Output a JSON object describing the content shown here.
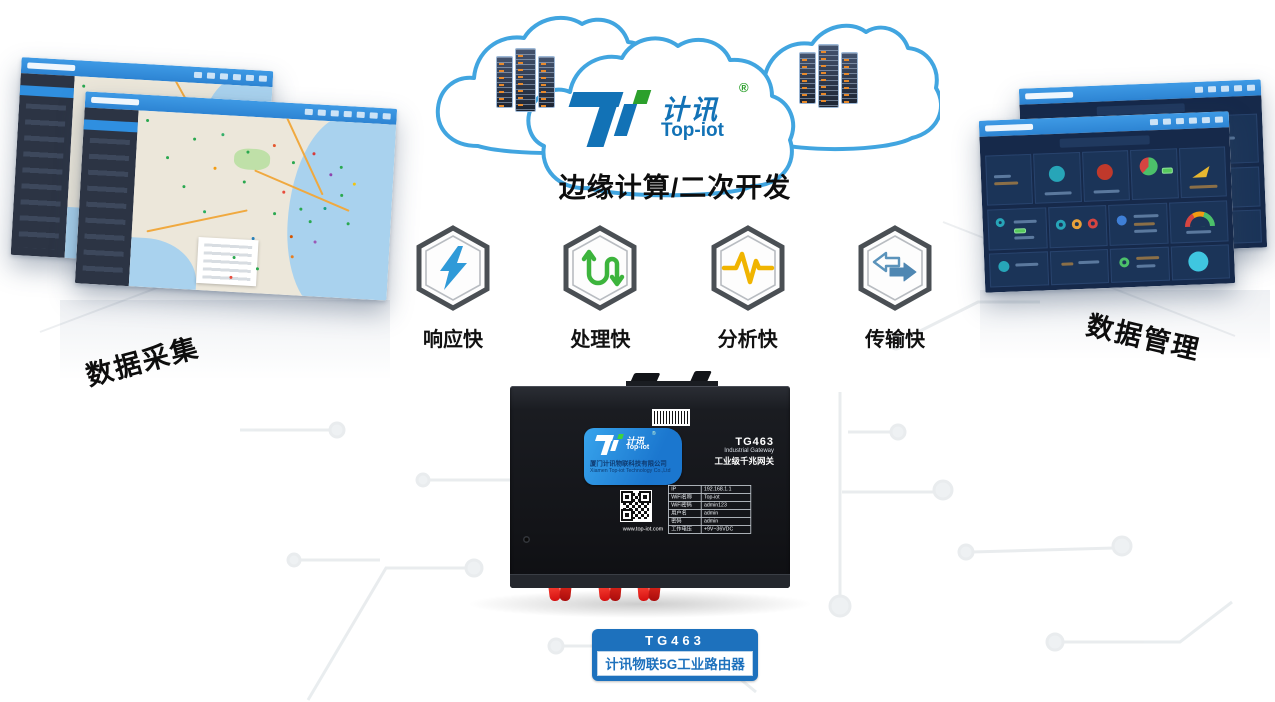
{
  "captions": {
    "edge": "边缘计算/二次开发",
    "left": "数据采集",
    "right": "数据管理"
  },
  "logo": {
    "brand_cn": "计讯",
    "brand_en": "Top-iot",
    "reg_mark": "®"
  },
  "features": [
    {
      "label": "响应快",
      "icon": "lightning-icon",
      "color": "#2f9ad8"
    },
    {
      "label": "处理快",
      "icon": "uturn-arrows-icon",
      "color": "#3cb43c"
    },
    {
      "label": "分析快",
      "icon": "pulse-wave-icon",
      "color": "#f0b400"
    },
    {
      "label": "传输快",
      "icon": "transfer-arrows-icon",
      "color": "#4f87b2"
    }
  ],
  "device": {
    "model": "TG463",
    "type_en": "Industrial Gateway",
    "type_cn": "工业级千兆网关",
    "label_logo_cn": "计讯",
    "label_logo_en": "Top-iot",
    "reg_mark": "®",
    "company_cn": "厦门计讯物联科技有限公司",
    "company_en": "Xiamen Top-iot Technology Co.,Ltd",
    "website": "www.top-iot.com",
    "spec_table": [
      {
        "label": "IP",
        "value": "192.168.1.1"
      },
      {
        "label": "WiFi名称",
        "value": "Top-iot"
      },
      {
        "label": "WiFi密码",
        "value": "admin123"
      },
      {
        "label": "用户名",
        "value": "admin"
      },
      {
        "label": "密码",
        "value": "admin"
      },
      {
        "label": "工作电压",
        "value": "+9V~36VDC"
      }
    ]
  },
  "badge": {
    "model": "TG463",
    "name": "计讯物联5G工业路由器"
  },
  "colors": {
    "cloud_border": "#41a5e0",
    "header_blue": "#2f8fe0",
    "badge_blue": "#1d71bd",
    "dashboard_navy": "#16294a"
  }
}
